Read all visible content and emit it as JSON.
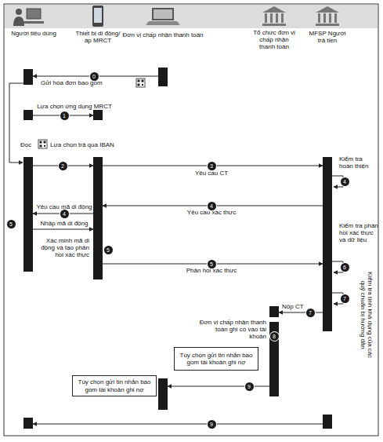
{
  "diagram": {
    "nodes": [
      {
        "text": [
          "Người tiêu dùng"
        ]
      },
      {
        "text": [
          "Thiết bị di động/áp MRCT"
        ]
      },
      {
        "text": [
          "Đơn vị chấp nhận thanh toán"
        ]
      },
      {
        "text": [
          "Tổ chức đơn vị chấp nhận thanh toán"
        ]
      },
      {
        "text": [
          "MFSP Người trả tiền"
        ]
      },
      {
        "text": [
          "Tùy chọn gửi tin nhắn bao gồm tài khoản ghi nợ"
        ]
      },
      {
        "text": [
          "Tùy chọn gửi tin nhắn bao gồm tài khoản ghi nợ"
        ]
      }
    ],
    "edges": [
      {
        "from": 2,
        "to": 0,
        "label": "Gửi hóa đơn bao gồm",
        "arrow": "to"
      },
      {
        "from": 0,
        "to": 1,
        "label": "Lựa chọn ứng dụng MRCT",
        "arrow": "to"
      },
      {
        "from": 0,
        "to": 1,
        "label": "Lựa chọn trả qua IBAN",
        "arrow": "to"
      },
      {
        "from": 1,
        "to": 4,
        "label": "Yêu cầu CT",
        "arrow": "to"
      },
      {
        "from": 4,
        "to": 1,
        "label": "Yêu cầu xác thực",
        "arrow": "to"
      },
      {
        "from": 1,
        "to": 0,
        "label": "Yêu cầu mã di động",
        "arrow": "to"
      },
      {
        "from": 0,
        "to": 1,
        "label": "Nhập mã di động",
        "arrow": "to"
      },
      {
        "from": 1,
        "to": 4,
        "label": "Phản hồi xác thực",
        "arrow": "to"
      },
      {
        "from": 4,
        "to": 3,
        "label": "Nộp CT",
        "arrow": "to"
      },
      {
        "from": 3,
        "to": 2,
        "arrow": "to"
      },
      {
        "from": 4,
        "to": 0,
        "arrow": "to"
      }
    ],
    "labels": [
      "0",
      "1",
      "Đọc",
      "2",
      "3",
      "Kiểm tra hoàn thiện",
      "4",
      "4",
      "4",
      "5",
      "Xác minh mã di động và tạo phản hồi xác thực",
      "5",
      "5",
      "Kiểm tra phản hồi xác thực và dữ liệu",
      "6",
      "Kiểm tra tính khả dụng của các quỹ chuẩn bị hướng dẫn",
      "7",
      "7",
      "Đơn vị chấp nhận thanh toán ghi có vào tài khoản",
      "8",
      "9",
      "9"
    ]
  }
}
